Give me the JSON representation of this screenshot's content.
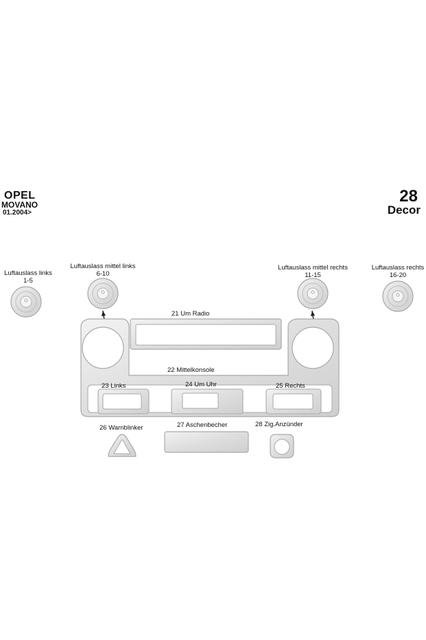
{
  "header": {
    "brand": "OPEL",
    "model": "MOVANO",
    "year": "01.2004>",
    "piece_count": "28",
    "style": "Decor"
  },
  "labels": {
    "vent_left": "Luftauslass links",
    "vent_left_range": "1-5",
    "vent_mid_left": "Luftauslass mittel links",
    "vent_mid_left_range": "6-10",
    "vent_mid_right": "Luftauslass mittel rechts",
    "vent_mid_right_range": "11-15",
    "vent_right": "Luftauslass rechts",
    "vent_right_range": "16-20",
    "radio": "21  Um Radio",
    "console": "22 Mittelkonsole",
    "left": "23 Links",
    "clock": "24 Um Uhr",
    "right": "25 Rechts",
    "hazard": "26 Warnblinker",
    "ashtray": "27  Aschenbecher",
    "lighter": "28 Zig.Anzünder"
  },
  "colors": {
    "part_fill": "#e4e4e4",
    "part_stroke": "#a9a9a9",
    "background": "#ffffff"
  }
}
